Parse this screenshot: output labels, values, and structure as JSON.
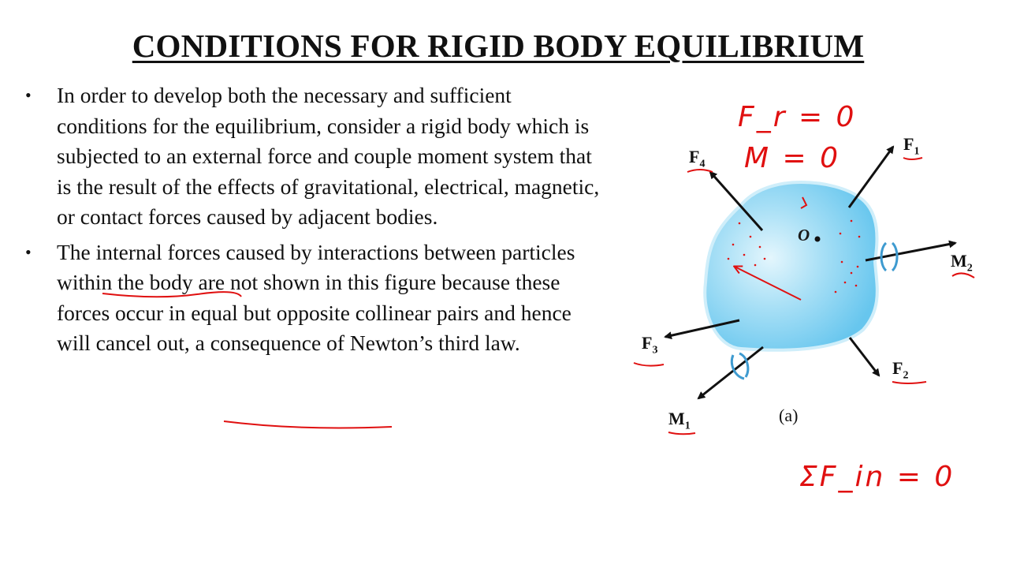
{
  "slide": {
    "title": "CONDITIONS FOR RIGID BODY EQUILIBRIUM",
    "bullets": [
      {
        "bullet_symbol": "•",
        "text": "In order to develop both the necessary and sufficient conditions for the equilibrium, consider a rigid body which is subjected to an external force and couple moment system that is the result of the effects of gravitational, electrical, magnetic, or contact forces caused by adjacent bodies."
      },
      {
        "bullet_symbol": "•",
        "text": "The internal forces caused by interactions between particles within the body are not shown in this figure because these forces occur in equal but opposite collinear pairs and hence will cancel out, a consequence of Newton’s third law."
      }
    ]
  },
  "figure": {
    "origin_label": "O",
    "caption": "(a)",
    "forces": {
      "F1": {
        "name": "F",
        "sub": "1"
      },
      "F2": {
        "name": "F",
        "sub": "2"
      },
      "F3": {
        "name": "F",
        "sub": "3"
      },
      "F4": {
        "name": "F",
        "sub": "4"
      }
    },
    "moments": {
      "M1": {
        "name": "M",
        "sub": "1"
      },
      "M2": {
        "name": "M",
        "sub": "2"
      }
    },
    "colors": {
      "body_fill": "#7fd0f2",
      "body_edge": "#bde7f7",
      "arrow": "#111111",
      "annotation_ink": "#e01010"
    }
  },
  "annotations": {
    "resultant_force": "F_r = 0",
    "resultant_moment": "M = 0",
    "sum_internal": "ΣF_in = 0"
  }
}
